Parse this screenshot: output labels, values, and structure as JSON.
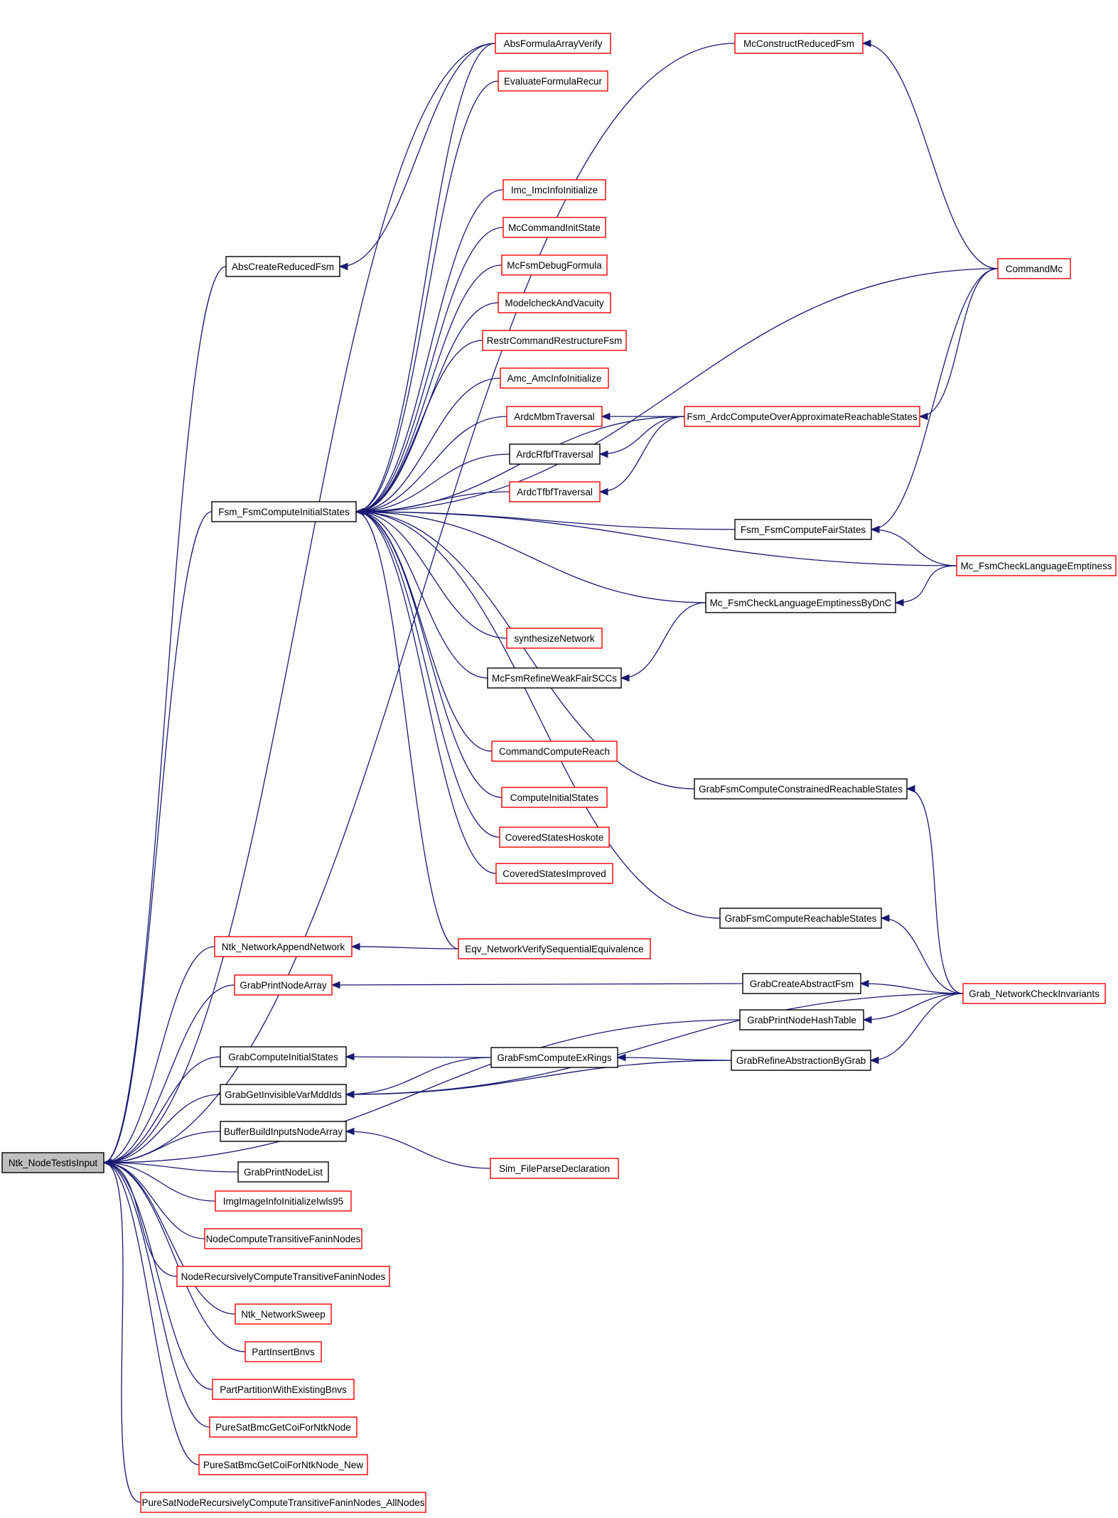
{
  "diagram": {
    "colors": {
      "edge": "#191970",
      "red_border": "#ff0000",
      "black_border": "#000000",
      "root_fill": "#bfbfbf"
    },
    "nodes": [
      {
        "id": "root",
        "label": "Ntk_NodeTestIsInput",
        "style": "root"
      },
      {
        "id": "absFormula",
        "label": "AbsFormulaArrayVerify",
        "style": "red"
      },
      {
        "id": "mcConstruct",
        "label": "McConstructReducedFsm",
        "style": "red"
      },
      {
        "id": "evalFormula",
        "label": "EvaluateFormulaRecur",
        "style": "red"
      },
      {
        "id": "absCreate",
        "label": "AbsCreateReducedFsm",
        "style": "black"
      },
      {
        "id": "imcInfo",
        "label": "Imc_ImcInfoInitialize",
        "style": "red"
      },
      {
        "id": "mcCmdInit",
        "label": "McCommandInitState",
        "style": "red"
      },
      {
        "id": "mcFsmDebug",
        "label": "McFsmDebugFormula",
        "style": "red"
      },
      {
        "id": "modelcheck",
        "label": "ModelcheckAndVacuity",
        "style": "red"
      },
      {
        "id": "restr",
        "label": "RestrCommandRestructureFsm",
        "style": "red"
      },
      {
        "id": "amcInfo",
        "label": "Amc_AmcInfoInitialize",
        "style": "red"
      },
      {
        "id": "ardcMbm",
        "label": "ArdcMbmTraversal",
        "style": "red"
      },
      {
        "id": "fsmArdc",
        "label": "Fsm_ArdcComputeOverApproximateReachableStates",
        "style": "red"
      },
      {
        "id": "ardcRfbf",
        "label": "ArdcRfbfTraversal",
        "style": "black"
      },
      {
        "id": "ardcTfbf",
        "label": "ArdcTfbfTraversal",
        "style": "red"
      },
      {
        "id": "commandMc",
        "label": "CommandMc",
        "style": "red"
      },
      {
        "id": "fsmInit",
        "label": "Fsm_FsmComputeInitialStates",
        "style": "black"
      },
      {
        "id": "fsmFair",
        "label": "Fsm_FsmComputeFairStates",
        "style": "black"
      },
      {
        "id": "mcLang",
        "label": "Mc_FsmCheckLanguageEmptiness",
        "style": "red"
      },
      {
        "id": "mcLangDnC",
        "label": "Mc_FsmCheckLanguageEmptinessByDnC",
        "style": "black"
      },
      {
        "id": "synth",
        "label": "synthesizeNetwork",
        "style": "red"
      },
      {
        "id": "mcRefine",
        "label": "McFsmRefineWeakFairSCCs",
        "style": "black"
      },
      {
        "id": "cmdReach",
        "label": "CommandComputeReach",
        "style": "red"
      },
      {
        "id": "grabConstr",
        "label": "GrabFsmComputeConstrainedReachableStates",
        "style": "black"
      },
      {
        "id": "compInit",
        "label": "ComputeInitialStates",
        "style": "red"
      },
      {
        "id": "covHos",
        "label": "CoveredStatesHoskote",
        "style": "red"
      },
      {
        "id": "covImp",
        "label": "CoveredStatesImproved",
        "style": "red"
      },
      {
        "id": "grabReach",
        "label": "GrabFsmComputeReachableStates",
        "style": "black"
      },
      {
        "id": "ntkAppend",
        "label": "Ntk_NetworkAppendNetwork",
        "style": "red"
      },
      {
        "id": "eqv",
        "label": "Eqv_NetworkVerifySequentialEquivalence",
        "style": "red"
      },
      {
        "id": "grabPrintArr",
        "label": "GrabPrintNodeArray",
        "style": "red"
      },
      {
        "id": "grabCreate",
        "label": "GrabCreateAbstractFsm",
        "style": "black"
      },
      {
        "id": "grabCheckInv",
        "label": "Grab_NetworkCheckInvariants",
        "style": "red"
      },
      {
        "id": "grabPrintHash",
        "label": "GrabPrintNodeHashTable",
        "style": "black"
      },
      {
        "id": "grabCompInit",
        "label": "GrabComputeInitialStates",
        "style": "black"
      },
      {
        "id": "grabExRings",
        "label": "GrabFsmComputeExRings",
        "style": "black"
      },
      {
        "id": "grabRefine",
        "label": "GrabRefineAbstractionByGrab",
        "style": "black"
      },
      {
        "id": "grabInvis",
        "label": "GrabGetInvisibleVarMddIds",
        "style": "black"
      },
      {
        "id": "bufBuild",
        "label": "BufferBuildInputsNodeArray",
        "style": "black"
      },
      {
        "id": "simParse",
        "label": "Sim_FileParseDeclaration",
        "style": "red"
      },
      {
        "id": "grabPrintList",
        "label": "GrabPrintNodeList",
        "style": "black"
      },
      {
        "id": "imgInfo",
        "label": "ImgImageInfoInitializeIwls95",
        "style": "red"
      },
      {
        "id": "nodeTrans",
        "label": "NodeComputeTransitiveFaninNodes",
        "style": "red"
      },
      {
        "id": "nodeRec",
        "label": "NodeRecursivelyComputeTransitiveFaninNodes",
        "style": "red"
      },
      {
        "id": "ntkSweep",
        "label": "Ntk_NetworkSweep",
        "style": "red"
      },
      {
        "id": "partInsert",
        "label": "PartInsertBnvs",
        "style": "red"
      },
      {
        "id": "partPart",
        "label": "PartPartitionWithExistingBnvs",
        "style": "red"
      },
      {
        "id": "pureSat1",
        "label": "PureSatBmcGetCoiForNtkNode",
        "style": "red"
      },
      {
        "id": "pureSat2",
        "label": "PureSatBmcGetCoiForNtkNode_New",
        "style": "red"
      },
      {
        "id": "pureSat3",
        "label": "PureSatNodeRecursivelyComputeTransitiveFaninNodes_AllNodes",
        "style": "red"
      }
    ],
    "edges": [
      [
        "root",
        "absFormula"
      ],
      [
        "root",
        "mcConstruct"
      ],
      [
        "root",
        "absCreate"
      ],
      [
        "root",
        "fsmInit"
      ],
      [
        "root",
        "ntkAppend"
      ],
      [
        "root",
        "grabPrintArr"
      ],
      [
        "root",
        "grabPrintHash"
      ],
      [
        "root",
        "grabCompInit"
      ],
      [
        "root",
        "grabInvis"
      ],
      [
        "root",
        "bufBuild"
      ],
      [
        "root",
        "grabPrintList"
      ],
      [
        "root",
        "imgInfo"
      ],
      [
        "root",
        "nodeTrans"
      ],
      [
        "root",
        "nodeRec"
      ],
      [
        "root",
        "ntkSweep"
      ],
      [
        "root",
        "partInsert"
      ],
      [
        "root",
        "partPart"
      ],
      [
        "root",
        "pureSat1"
      ],
      [
        "root",
        "pureSat2"
      ],
      [
        "root",
        "pureSat3"
      ],
      [
        "absCreate",
        "absFormula"
      ],
      [
        "mcConstruct",
        "commandMc"
      ],
      [
        "fsmInit",
        "absFormula"
      ],
      [
        "fsmInit",
        "evalFormula"
      ],
      [
        "fsmInit",
        "commandMc"
      ],
      [
        "fsmInit",
        "fsmArdc"
      ],
      [
        "fsmInit",
        "imcInfo"
      ],
      [
        "fsmInit",
        "mcCmdInit"
      ],
      [
        "fsmInit",
        "mcFsmDebug"
      ],
      [
        "fsmInit",
        "modelcheck"
      ],
      [
        "fsmInit",
        "restr"
      ],
      [
        "fsmInit",
        "amcInfo"
      ],
      [
        "fsmInit",
        "ardcMbm"
      ],
      [
        "fsmInit",
        "ardcRfbf"
      ],
      [
        "fsmInit",
        "ardcTfbf"
      ],
      [
        "fsmInit",
        "fsmFair"
      ],
      [
        "fsmInit",
        "mcLang"
      ],
      [
        "fsmInit",
        "mcLangDnC"
      ],
      [
        "fsmInit",
        "synth"
      ],
      [
        "fsmInit",
        "mcRefine"
      ],
      [
        "fsmInit",
        "grabConstr"
      ],
      [
        "fsmInit",
        "cmdReach"
      ],
      [
        "fsmInit",
        "compInit"
      ],
      [
        "fsmInit",
        "covHos"
      ],
      [
        "fsmInit",
        "covImp"
      ],
      [
        "fsmInit",
        "eqv"
      ],
      [
        "fsmInit",
        "grabReach"
      ],
      [
        "ardcMbm",
        "fsmArdc"
      ],
      [
        "ardcRfbf",
        "fsmArdc"
      ],
      [
        "ardcTfbf",
        "fsmArdc"
      ],
      [
        "fsmArdc",
        "commandMc"
      ],
      [
        "fsmFair",
        "commandMc"
      ],
      [
        "fsmFair",
        "mcLang"
      ],
      [
        "mcLangDnC",
        "mcLang"
      ],
      [
        "mcRefine",
        "mcLangDnC"
      ],
      [
        "grabConstr",
        "grabCheckInv"
      ],
      [
        "grabReach",
        "grabCheckInv"
      ],
      [
        "ntkAppend",
        "eqv"
      ],
      [
        "grabPrintArr",
        "grabCreate"
      ],
      [
        "grabCreate",
        "grabCheckInv"
      ],
      [
        "grabPrintHash",
        "grabCheckInv"
      ],
      [
        "grabCompInit",
        "grabExRings"
      ],
      [
        "grabExRings",
        "grabRefine"
      ],
      [
        "grabRefine",
        "grabCheckInv"
      ],
      [
        "grabInvis",
        "grabExRings"
      ],
      [
        "grabInvis",
        "grabRefine"
      ],
      [
        "grabInvis",
        "grabCheckInv"
      ],
      [
        "bufBuild",
        "simParse"
      ]
    ]
  }
}
